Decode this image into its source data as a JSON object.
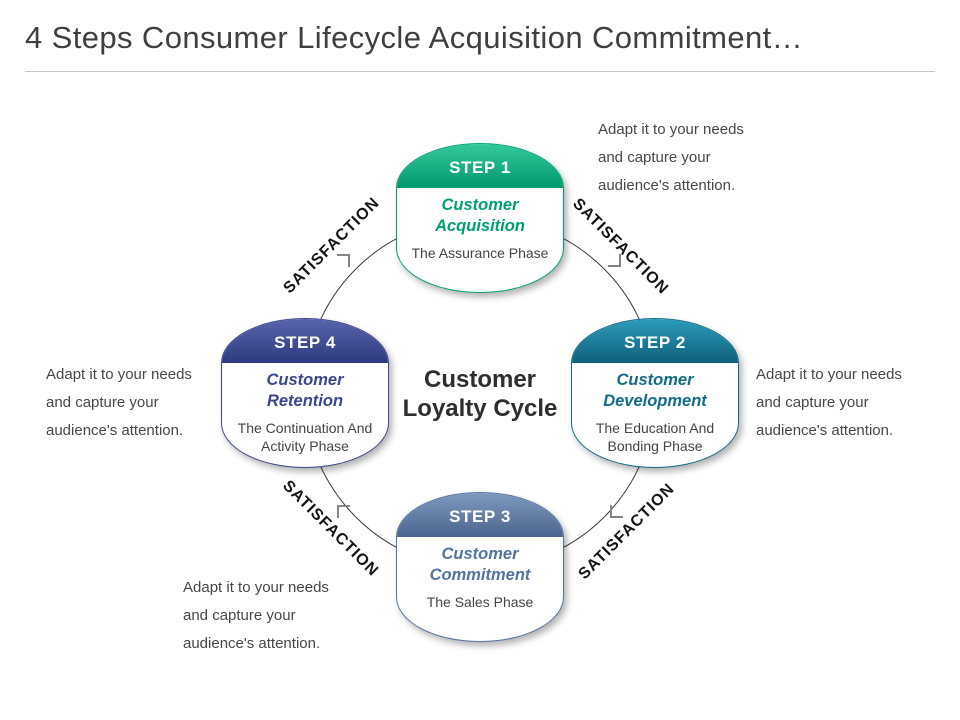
{
  "title": "4 Steps Consumer Lifecycle Acquisition Commitment…",
  "center": {
    "label": "Customer Loyalty Cycle"
  },
  "steps": [
    {
      "badge": "STEP 1",
      "name": "Customer Acquisition",
      "phase": "The Assurance Phase",
      "colors": {
        "gradient_top": "#33c99c",
        "gradient_bottom": "#00986e",
        "accent": "#00a077"
      }
    },
    {
      "badge": "STEP 2",
      "name": "Customer Development",
      "phase": "The Education And Bonding Phase",
      "colors": {
        "gradient_top": "#2b9cba",
        "gradient_bottom": "#0f607b",
        "accent": "#136c87"
      }
    },
    {
      "badge": "STEP 3",
      "name": "Customer Commitment",
      "phase": "The Sales Phase",
      "colors": {
        "gradient_top": "#7e99bf",
        "gradient_bottom": "#4c658e",
        "accent": "#52749f"
      }
    },
    {
      "badge": "STEP 4",
      "name": "Customer Retention",
      "phase": "The Continuation And Activity Phase",
      "colors": {
        "gradient_top": "#5864ab",
        "gradient_bottom": "#2d3a80",
        "accent": "#3a478f"
      }
    }
  ],
  "satisfaction_labels": [
    "SATISFACTION",
    "SATISFACTION",
    "SATISFACTION",
    "SATISFACTION"
  ],
  "annotations": [
    {
      "position": "top-right",
      "lines": [
        "Adapt it to your needs",
        "and capture your",
        "audience's attention."
      ]
    },
    {
      "position": "right",
      "lines": [
        "Adapt it to your needs",
        "and capture your",
        "audience's attention."
      ]
    },
    {
      "position": "left",
      "lines": [
        "Adapt it to your needs",
        "and capture your",
        "audience's attention."
      ]
    },
    {
      "position": "bottom-left",
      "lines": [
        "Adapt it to your needs",
        "and capture your",
        "audience's attention."
      ]
    }
  ]
}
